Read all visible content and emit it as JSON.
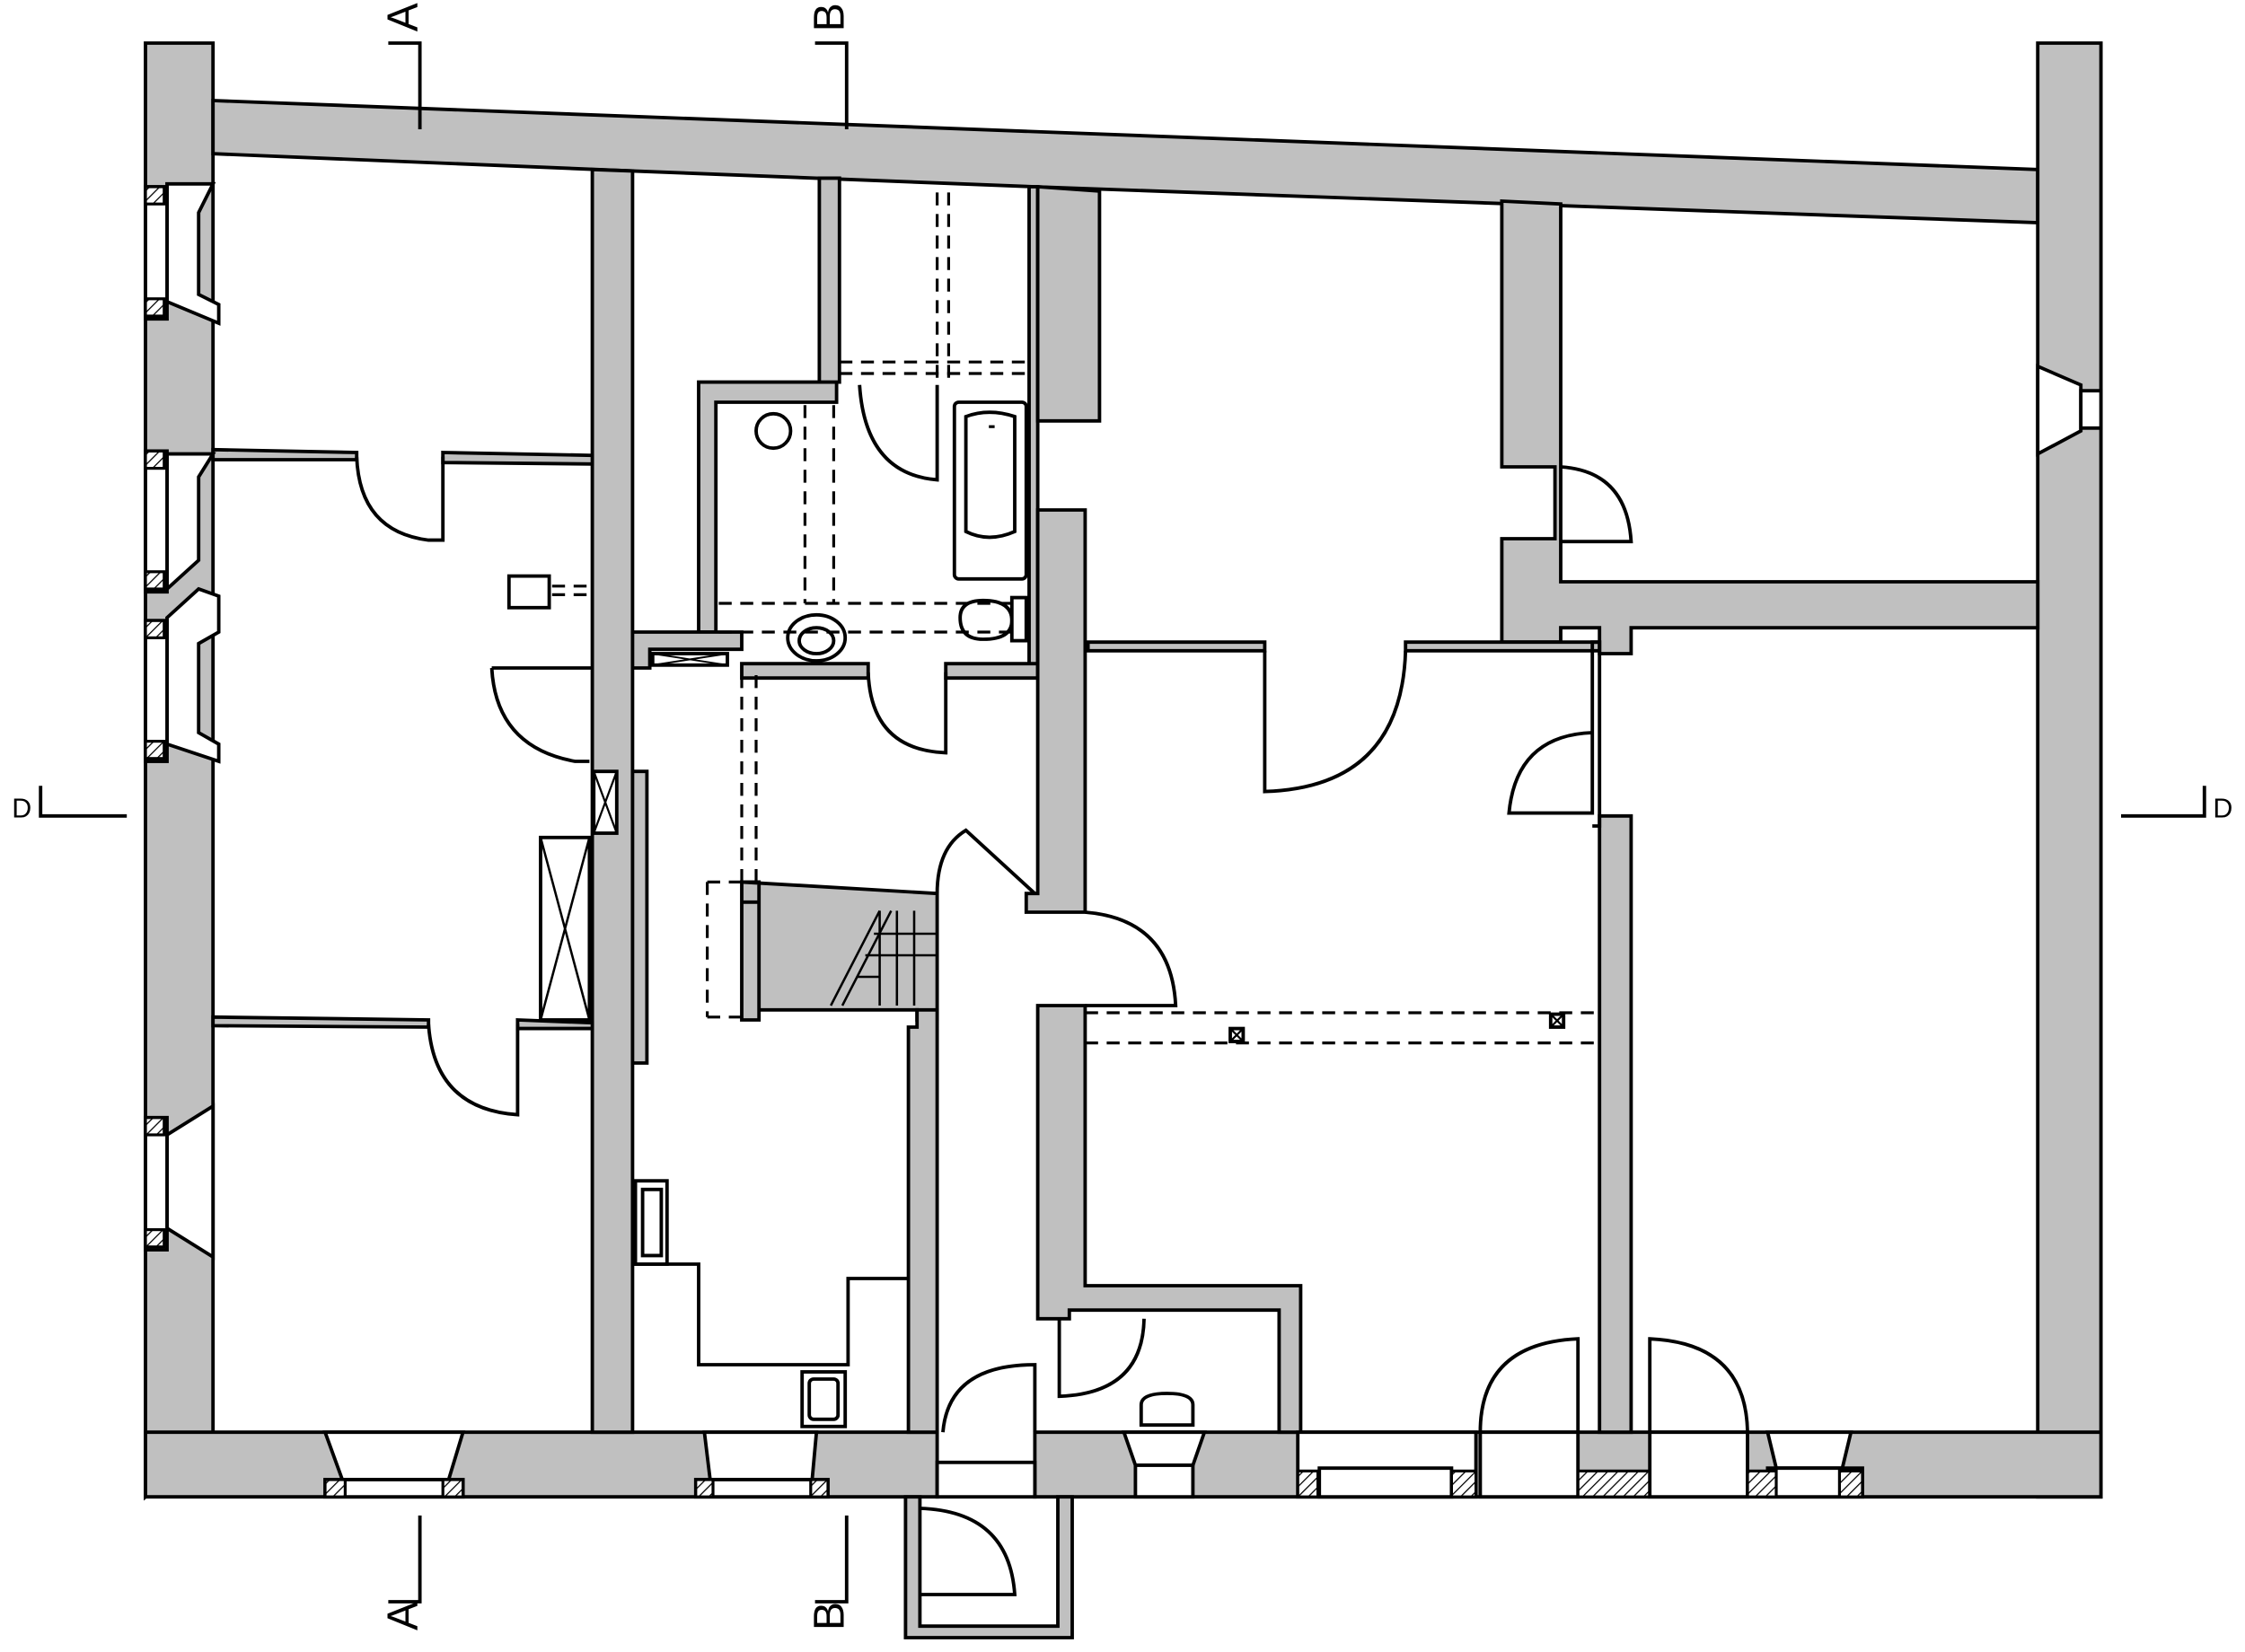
{
  "drawing": {
    "type": "architectural-floor-plan",
    "colors": {
      "wall": "#c0c0c0",
      "line": "#000000",
      "background": "#ffffff"
    }
  },
  "section_marks": {
    "a_top": "A",
    "b_top": "B",
    "a_bottom": "A",
    "b_bottom": "B",
    "d_left": "D",
    "d_right": "D"
  }
}
